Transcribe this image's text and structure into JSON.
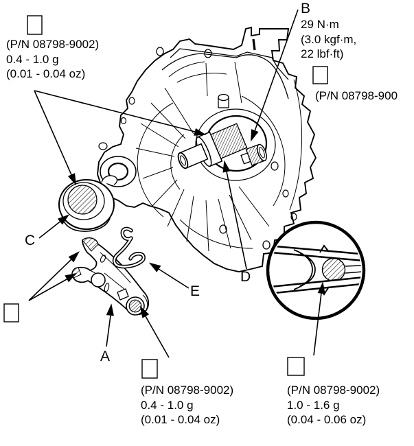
{
  "colors": {
    "background": "#ffffff",
    "ink": "#000000"
  },
  "callouts": {
    "top_left_grease": {
      "symbol": "grease-square",
      "part_number": "(P/N 08798-9002)",
      "quantity_metric": "0.4 - 1.0 g",
      "quantity_imperial": "(0.01 - 0.04 oz)"
    },
    "bolt_torque": {
      "label": "B",
      "torque_si": "29 N·m",
      "torque_kgf": "(3.0 kgf·m,",
      "torque_imperial": "22 lbf·ft)"
    },
    "right_grease": {
      "symbol": "grease-square",
      "part_number": "(P/N 08798-900"
    },
    "bottom_center_grease": {
      "symbol": "grease-square",
      "part_number": "(P/N 08798-9002)",
      "quantity_metric": "0.4 - 1.0 g",
      "quantity_imperial": "(0.01 - 0.04 oz)"
    },
    "bottom_right_grease": {
      "symbol": "grease-square",
      "part_number": "(P/N 08798-9002)",
      "quantity_metric": "1.0 - 1.6 g",
      "quantity_imperial": "(0.04 - 0.06 oz)"
    }
  },
  "part_labels": {
    "release_fork": "A",
    "release_bearing": "C",
    "input_shaft": "D",
    "release_fork_spring": "E"
  }
}
